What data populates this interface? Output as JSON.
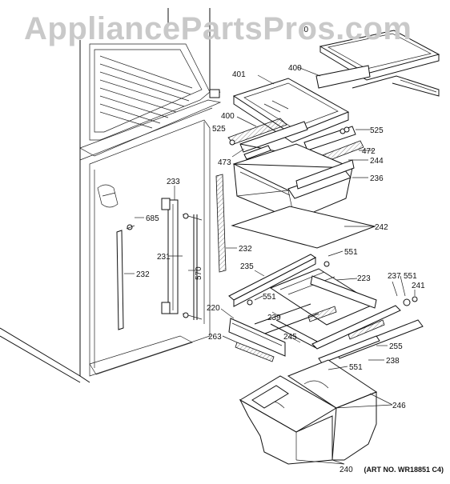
{
  "watermark": "AppliancePartsPros.com",
  "art_number": "(ART NO. WR18851 C4)",
  "callouts": [
    {
      "id": "c400a",
      "text": "40"
    },
    {
      "id": "c400b",
      "text": "400"
    },
    {
      "id": "c401",
      "text": "401"
    },
    {
      "id": "c400c",
      "text": "400"
    },
    {
      "id": "c525a",
      "text": "525"
    },
    {
      "id": "c525b",
      "text": "525"
    },
    {
      "id": "c472",
      "text": "472"
    },
    {
      "id": "c473",
      "text": "473"
    },
    {
      "id": "c244",
      "text": "244"
    },
    {
      "id": "c236",
      "text": "236"
    },
    {
      "id": "c233",
      "text": "233"
    },
    {
      "id": "c685",
      "text": "685"
    },
    {
      "id": "c242",
      "text": "242"
    },
    {
      "id": "c231",
      "text": "231"
    },
    {
      "id": "c570",
      "text": "570"
    },
    {
      "id": "c232a",
      "text": "232"
    },
    {
      "id": "c232b",
      "text": "232"
    },
    {
      "id": "c551a",
      "text": "551"
    },
    {
      "id": "c235",
      "text": "235"
    },
    {
      "id": "c223",
      "text": "223"
    },
    {
      "id": "c237",
      "text": "237"
    },
    {
      "id": "c551b",
      "text": "551"
    },
    {
      "id": "c241",
      "text": "241"
    },
    {
      "id": "c551c",
      "text": "551"
    },
    {
      "id": "c220",
      "text": "220"
    },
    {
      "id": "c239",
      "text": "239"
    },
    {
      "id": "c263",
      "text": "263"
    },
    {
      "id": "c245",
      "text": "245"
    },
    {
      "id": "c255",
      "text": "255"
    },
    {
      "id": "c238",
      "text": "238"
    },
    {
      "id": "c551d",
      "text": "551"
    },
    {
      "id": "c246",
      "text": "246"
    },
    {
      "id": "c240",
      "text": "240"
    }
  ]
}
